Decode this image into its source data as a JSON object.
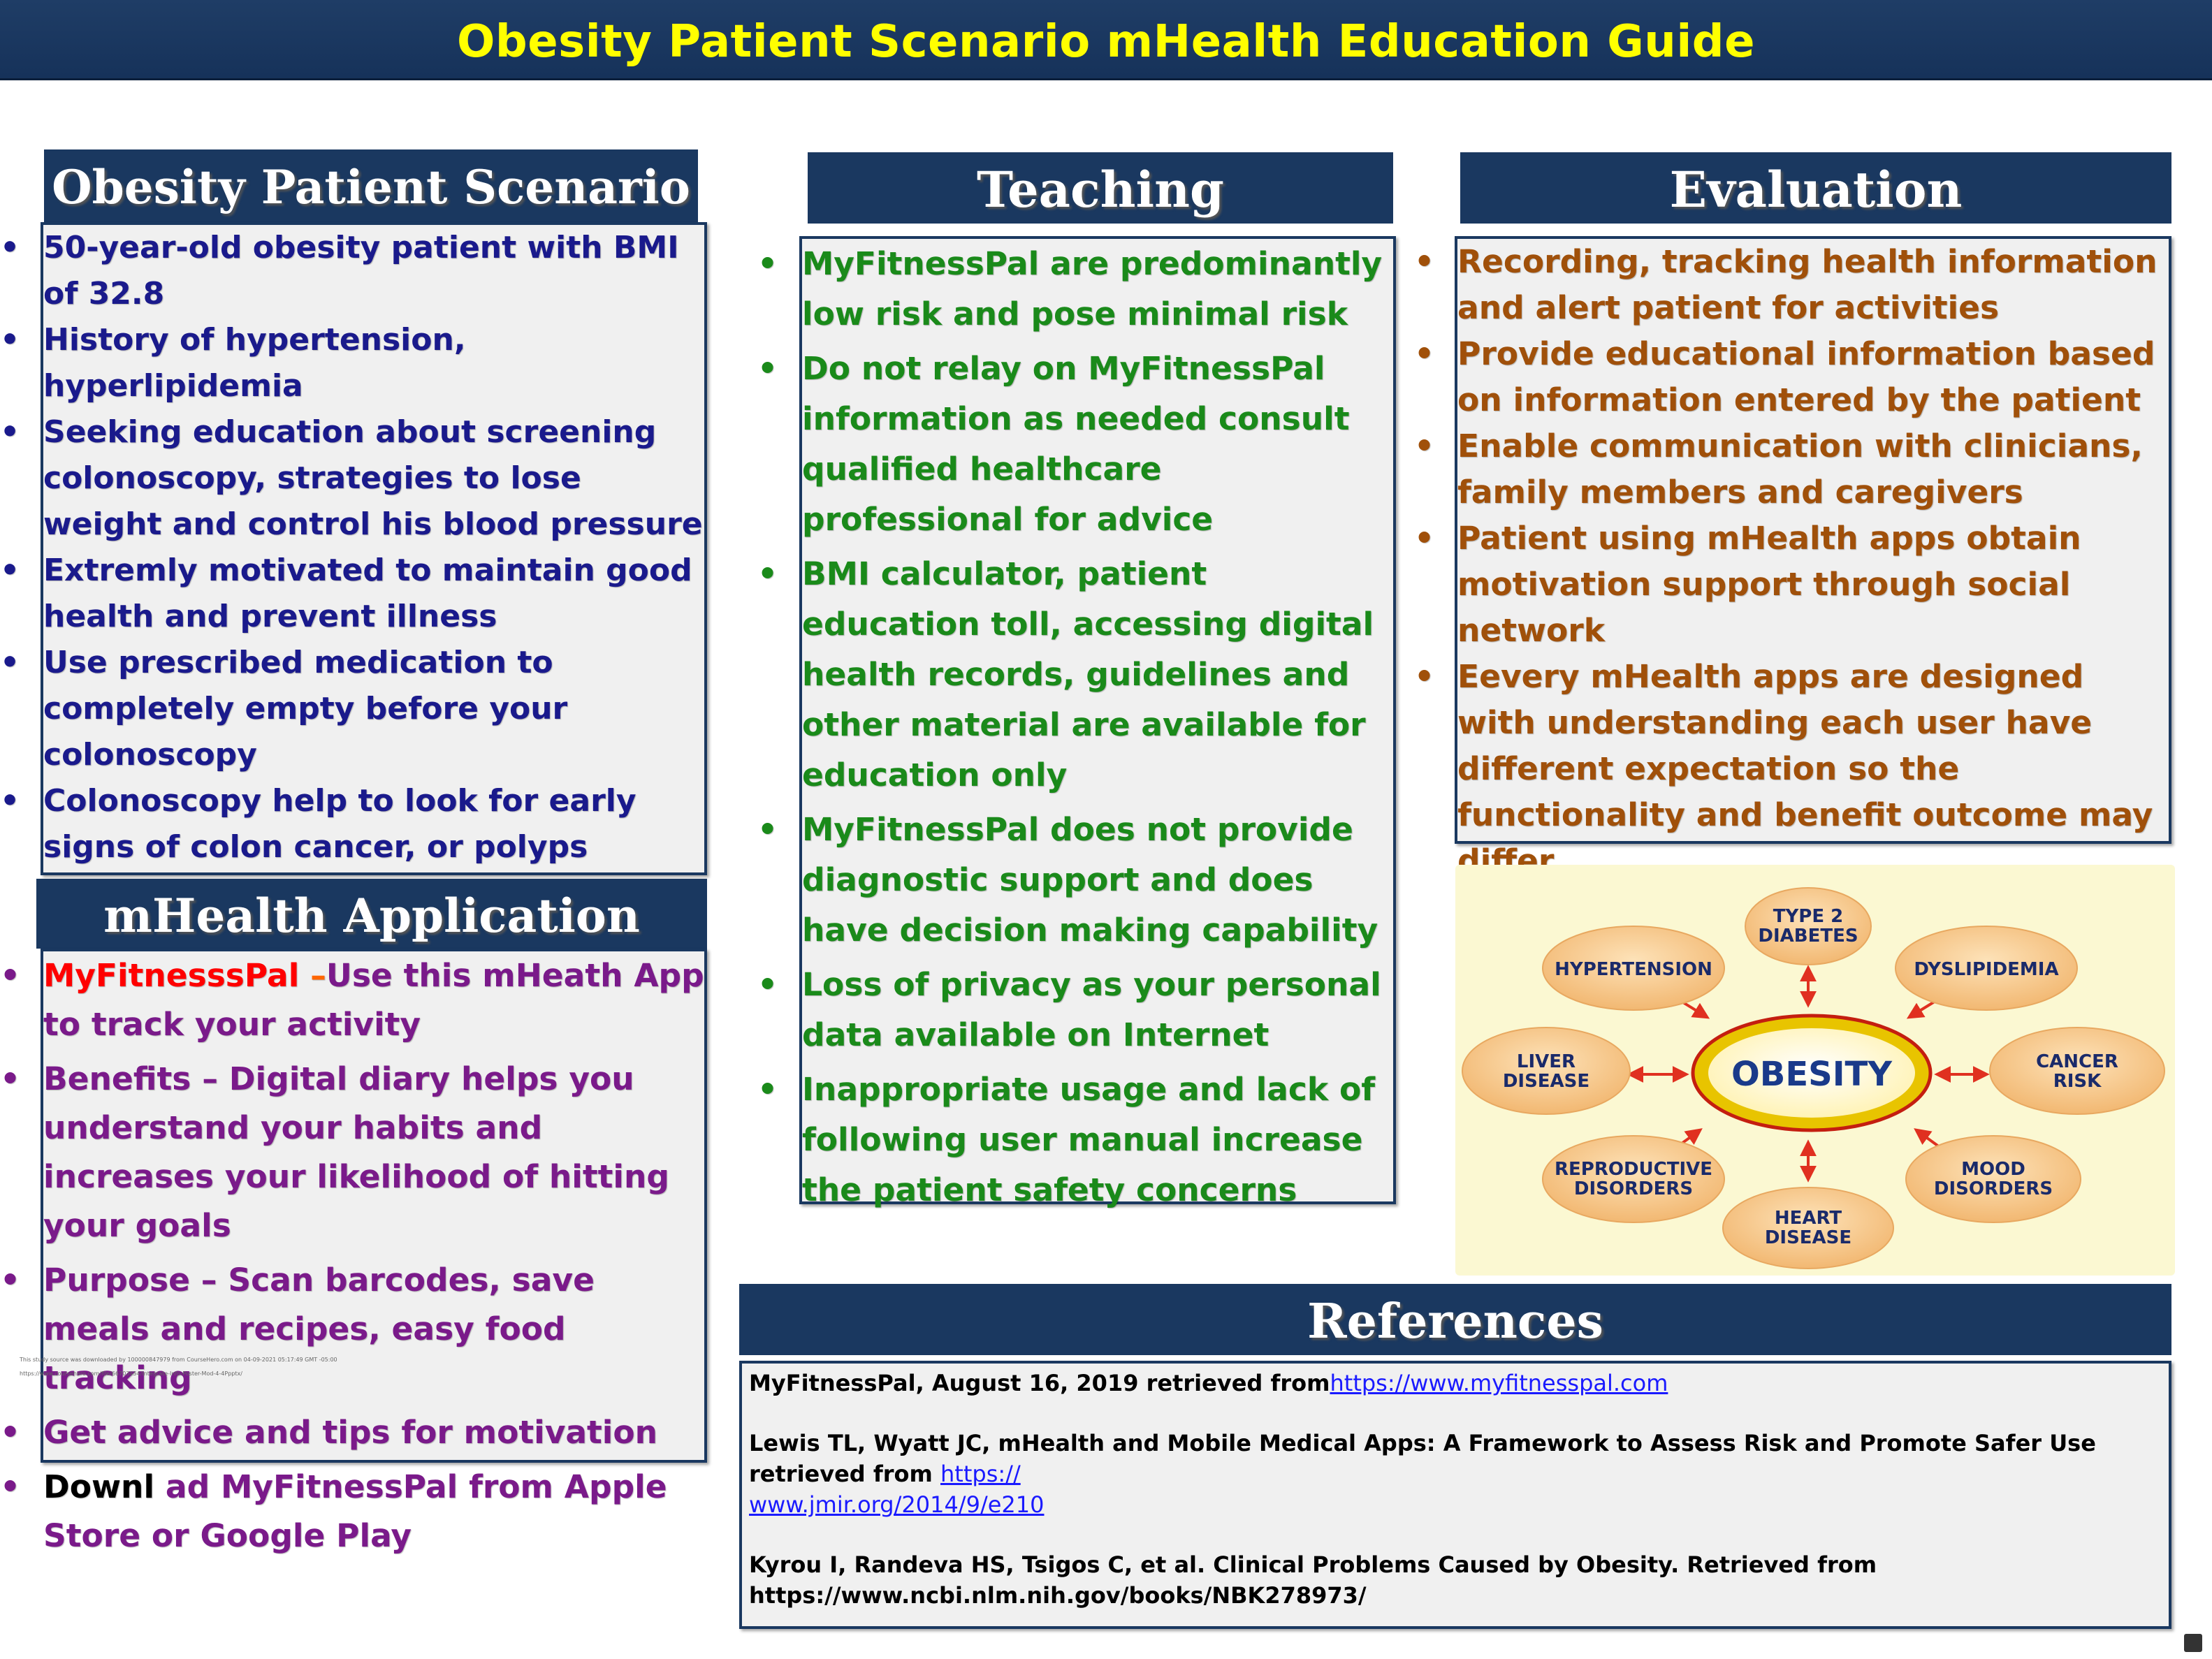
{
  "title": "Obesity Patient Scenario mHealth Education Guide",
  "scenario": {
    "heading": "Obesity Patient Scenario",
    "bullets": [
      "50-year-old obesity patient with BMI of 32.8",
      "History of hypertension, hyperlipidemia",
      "Seeking education about screening colonoscopy, strategies to lose weight and control his blood pressure",
      "Extremly motivated to maintain good health and prevent illness",
      "Use prescribed medication to completely empty before your colonoscopy",
      "Colonoscopy help to look for early signs of colon cancer, or polyps"
    ]
  },
  "mhealth": {
    "heading": "mHealth Application",
    "item1_red": "MyFitnesssPal",
    "item1_dash": " –",
    "item1_rest": "Use this mHeath App to track your activity",
    "item2": "Benefits – Digital diary helps you understand your habits and increases your likelihood of hitting your goals",
    "item3": "Purpose – Scan barcodes, save meals and recipes, easy food tracking",
    "item4": "Get advice and tips for motivation",
    "item5_black": "Downl",
    "item5_rest": " ad MyFitnessPal from Apple Store or Google Play"
  },
  "teaching": {
    "heading": "Teaching",
    "bullets": [
      "MyFitnessPal are predominantly low risk and pose minimal risk",
      "Do not relay on MyFitnessPal information as needed consult qualified healthcare professional for advice",
      "BMI calculator, patient education toll, accessing digital health records, guidelines and other material are available for education only",
      "MyFitnessPal does not provide diagnostic support and does have decision making capability",
      "Loss of privacy as your personal data available on Internet",
      "Inappropriate usage and lack of following user manual increase the patient safety concerns"
    ]
  },
  "evaluation": {
    "heading": "Evaluation",
    "bullets": [
      "Recording, tracking health information and alert patient for activities",
      "Provide educational information based on information entered by the patient",
      "Enable communication with clinicians, family members and caregivers",
      "Patient using mHealth apps obtain motivation support through social network",
      "Eevery mHealth apps are designed with understanding each user have different expectation so the functionality and benefit outcome may differ"
    ]
  },
  "diagram": {
    "center": "OBESITY",
    "nodes": {
      "diabetes": [
        "TYPE 2",
        "DIABETES"
      ],
      "hypertension": [
        "HYPERTENSION"
      ],
      "dyslipidemia": [
        "DYSLIPIDEMIA"
      ],
      "liver": [
        "LIVER",
        "DISEASE"
      ],
      "cancer": [
        "CANCER",
        "RISK"
      ],
      "reproductive": [
        "REPRODUCTIVE",
        "DISORDERS"
      ],
      "mood": [
        "MOOD",
        "DISORDERS"
      ],
      "heart": [
        "HEART",
        "DISEASE"
      ]
    },
    "colors": {
      "node": "#f5c68a",
      "center_ring": "#e8c400",
      "center_text": "#1a3a8a",
      "arrow": "#e03020",
      "node_text": "#1a2a6a",
      "bg": "#fbf8d2"
    }
  },
  "references": {
    "heading": "References",
    "ref1_text": "MyFitnessPal, August 16, 2019 retrieved from",
    "ref1_link": "https://www.myfitnesspal.com",
    "ref2_text": "Lewis TL, Wyatt JC, mHealth and Mobile Medical Apps: A Framework to Assess Risk and Promote Safer Use retrieved from ",
    "ref2_link_a": "https://",
    "ref2_link_b": "www.jmir.org/2014/9/e210",
    "ref3_text": "Kyrou I, Randeva HS, Tsigos C, et al. Clinical Problems Caused by Obesity. Retrieved from",
    "ref3_url": "https://www.ncbi.nlm.nih.gov/books/NBK278973/"
  },
  "tiny_text": {
    "line1": "This study source was downloaded by 100000847979 from CourseHero.com on 04-09-2021 05:17:49 GMT -05:00",
    "line2": "https://www.coursehero.com/file/66703454/Integrate-Info-Poster-Mod-4-4Ppptx/"
  }
}
